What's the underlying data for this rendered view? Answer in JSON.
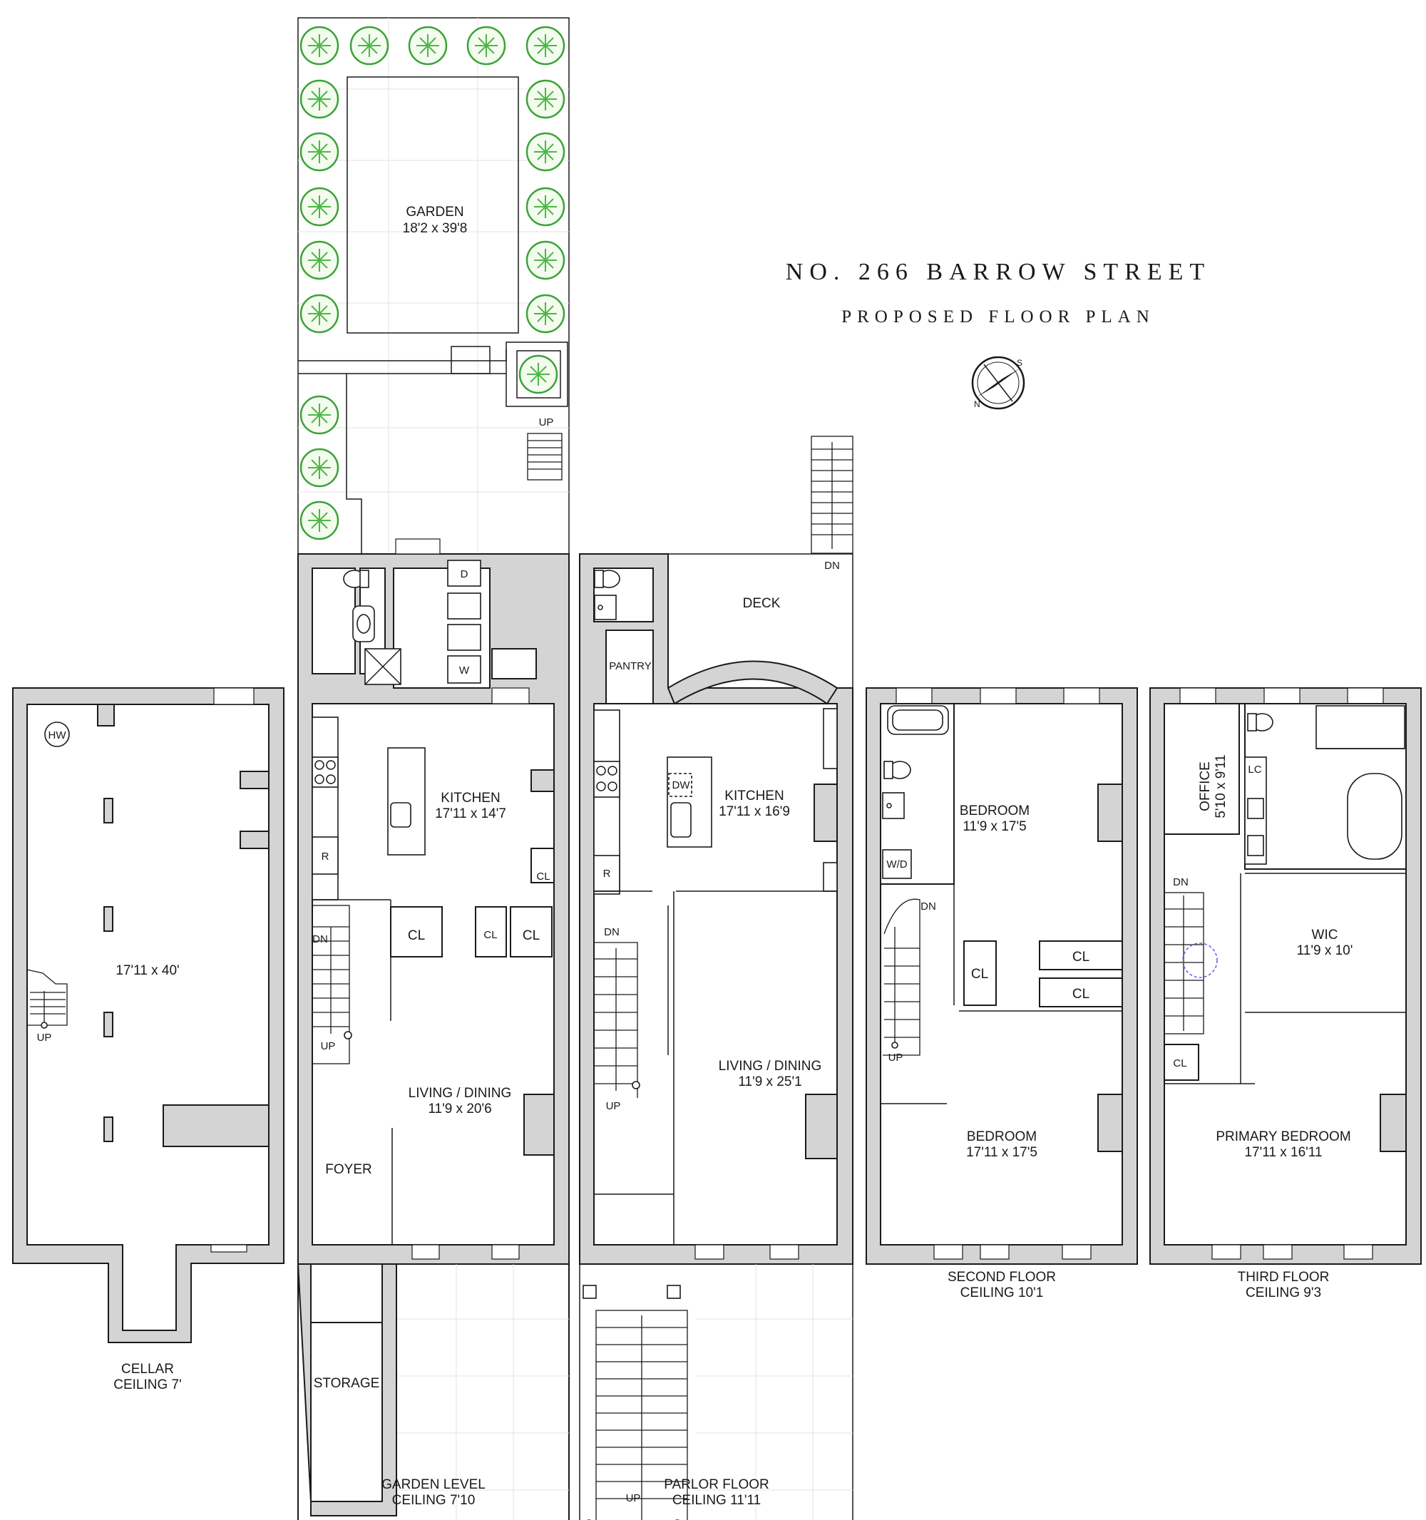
{
  "header": {
    "title": "NO. 266 BARROW STREET",
    "subtitle": "PROPOSED FLOOR PLAN"
  },
  "floors": {
    "cellar": {
      "name": "CELLAR",
      "ceiling": "CEILING 7'"
    },
    "garden": {
      "name": "GARDEN LEVEL",
      "ceiling": "CEILING 7'10"
    },
    "parlor": {
      "name": "PARLOR FLOOR",
      "ceiling": "CEILING 11'11"
    },
    "second": {
      "name": "SECOND FLOOR",
      "ceiling": "CEILING 10'1"
    },
    "third": {
      "name": "THIRD FLOOR",
      "ceiling": "CEILING 9'3"
    }
  },
  "rooms": {
    "garden_yard": {
      "name": "GARDEN",
      "dim": "18'2 x 39'8"
    },
    "cellar_main": {
      "dim": "17'11 x 40'"
    },
    "garden_kitchen": {
      "name": "KITCHEN",
      "dim": "17'11 x 14'7"
    },
    "garden_living": {
      "name": "LIVING / DINING",
      "dim": "11'9 x 20'6"
    },
    "foyer": {
      "name": "FOYER"
    },
    "storage": {
      "name": "STORAGE"
    },
    "deck": {
      "name": "DECK"
    },
    "pantry": {
      "name": "PANTRY"
    },
    "parlor_kitchen": {
      "name": "KITCHEN",
      "dim": "17'11 x 16'9"
    },
    "parlor_living": {
      "name": "LIVING / DINING",
      "dim": "11'9 x 25'1"
    },
    "bedroom_rear": {
      "name": "BEDROOM",
      "dim": "11'9 x 17'5"
    },
    "bedroom_front": {
      "name": "BEDROOM",
      "dim": "17'11 x 17'5"
    },
    "office": {
      "name": "OFFICE",
      "dim": "5'10 x 9'11"
    },
    "wic": {
      "name": "WIC",
      "dim": "11'9 x 10'"
    },
    "primary": {
      "name": "PRIMARY BEDROOM",
      "dim": "17'11 x 16'11"
    }
  },
  "labels": {
    "up": "UP",
    "dn": "DN",
    "cl": "CL",
    "hw": "HW",
    "dryer": "D",
    "washer": "W",
    "fridge": "R",
    "dishwasher": "DW",
    "washer_dryer": "W/D",
    "linen_closet": "LC"
  },
  "colors": {
    "wall": "#d4d4d4",
    "line": "#1a1a1a",
    "tree": "#3aa336",
    "ladder": "#6a6ad8"
  },
  "icons": [
    "compass-icon",
    "tree-icon",
    "toilet-icon",
    "sink-icon",
    "bathtub-icon",
    "shower-icon",
    "stove-icon",
    "fireplace-icon"
  ]
}
